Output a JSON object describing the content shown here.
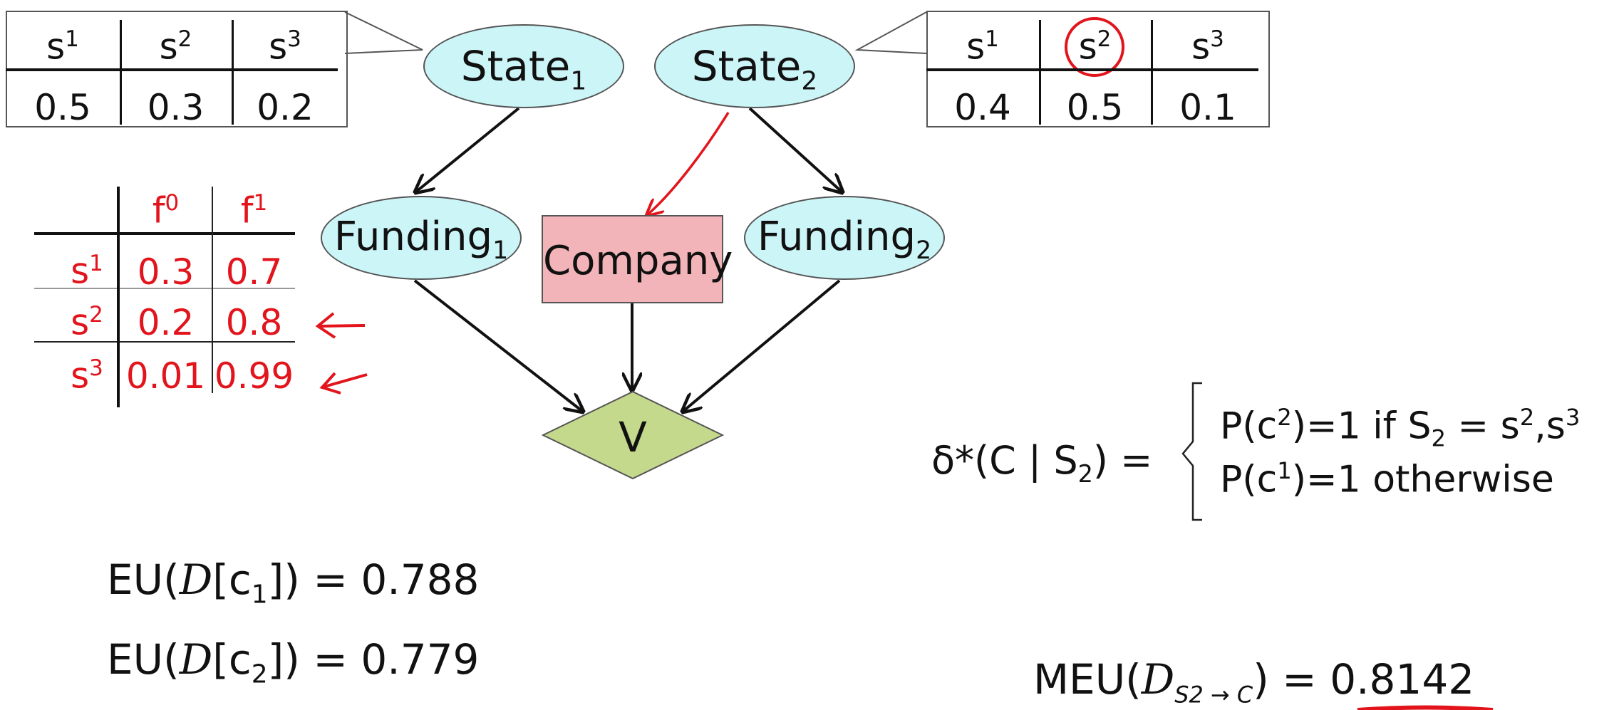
{
  "colors": {
    "node_fill": "#ccf5f8",
    "decision_fill": "#f2b4b8",
    "utility_fill": "#c5d98d",
    "annotation_red": "#e2141c"
  },
  "nodes": {
    "state1": {
      "base": "State",
      "sub": "1"
    },
    "state2": {
      "base": "State",
      "sub": "2"
    },
    "funding1": {
      "base": "Funding",
      "sub": "1"
    },
    "funding2": {
      "base": "Funding",
      "sub": "2"
    },
    "company": "Company",
    "utility": "V"
  },
  "cpd_state1": {
    "headers": [
      {
        "base": "s",
        "sup": "1"
      },
      {
        "base": "s",
        "sup": "2"
      },
      {
        "base": "s",
        "sup": "3"
      }
    ],
    "values": [
      "0.5",
      "0.3",
      "0.2"
    ]
  },
  "cpd_state2": {
    "headers": [
      {
        "base": "s",
        "sup": "1"
      },
      {
        "base": "s",
        "sup": "2"
      },
      {
        "base": "s",
        "sup": "3"
      }
    ],
    "values": [
      "0.4",
      "0.5",
      "0.1"
    ]
  },
  "cpd_funding": {
    "col_headers": [
      {
        "base": "f",
        "sup": "0"
      },
      {
        "base": "f",
        "sup": "1"
      }
    ],
    "rows": [
      {
        "label": {
          "base": "s",
          "sup": "1"
        },
        "f0": "0.3",
        "f1": "0.7"
      },
      {
        "label": {
          "base": "s",
          "sup": "2"
        },
        "f0": "0.2",
        "f1": "0.8"
      },
      {
        "label": {
          "base": "s",
          "sup": "3"
        },
        "f0": "0.01",
        "f1": "0.99"
      }
    ]
  },
  "decision_rule": {
    "lhs": "δ*(C | S",
    "lhs_sub": "2",
    "lhs_end": ") =",
    "case1_pre": "P(c",
    "case1_sup": "2",
    "case1_mid": ")=1  if S",
    "case1_sub": "2",
    "case1_eq": " = s",
    "case1_sup2": "2",
    "case1_comma": ",s",
    "case1_sup3": "3",
    "case2_pre": "P(c",
    "case2_sup": "1",
    "case2_post": ")=1  otherwise"
  },
  "eu1": {
    "pre": "EU(",
    "cal": "D",
    "mid": "[c",
    "sub": "1",
    "post": "]) = 0.788"
  },
  "eu2": {
    "pre": "EU(",
    "cal": "D",
    "mid": "[c",
    "sub": "2",
    "post": "]) = 0.779"
  },
  "meu": {
    "pre": "MEU(",
    "cal": "D",
    "sub": "S2 → C",
    "post": ") = 0.8142"
  }
}
